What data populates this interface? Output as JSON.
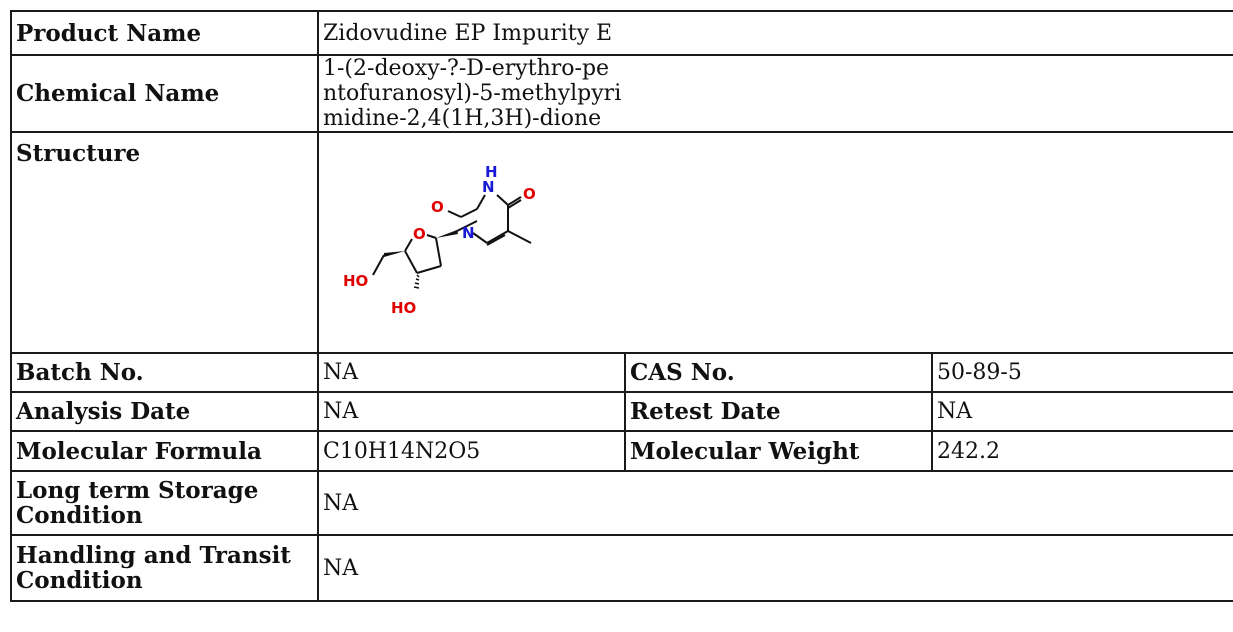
{
  "rows": {
    "product_name": {
      "label": "Product Name",
      "value": "Zidovudine EP Impurity E"
    },
    "chemical_name": {
      "label": "Chemical Name",
      "value": "1-(2-deoxy-?-D-erythro-pentofuranosyl)-5-methylpyrimidine-2,4(1H,3H)-dione"
    },
    "structure": {
      "label": "Structure",
      "atoms": {
        "o_left": "O",
        "n_top": "N",
        "h_top": "H",
        "o_right": "O",
        "n_ring": "N",
        "o_ring": "O",
        "ho_left": "HO",
        "ho_bottom": "HO"
      }
    },
    "batch_no": {
      "label": "Batch No.",
      "value": "NA"
    },
    "cas_no": {
      "label": "CAS No.",
      "value": "50-89-5"
    },
    "analysis_date": {
      "label": "Analysis Date",
      "value": "NA"
    },
    "retest_date": {
      "label": "Retest Date",
      "value": "NA"
    },
    "molecular_formula": {
      "label": "Molecular Formula",
      "value": "C10H14N2O5"
    },
    "molecular_weight": {
      "label": "Molecular Weight",
      "value": "242.2"
    },
    "storage": {
      "label": "Long term Storage Condition",
      "value": "NA"
    },
    "handling": {
      "label": "Handling and Transit Condition",
      "value": "NA"
    }
  },
  "colors": {
    "oxygen": "#e00000",
    "nitrogen": "#1a1ad6",
    "bond": "#111111"
  }
}
